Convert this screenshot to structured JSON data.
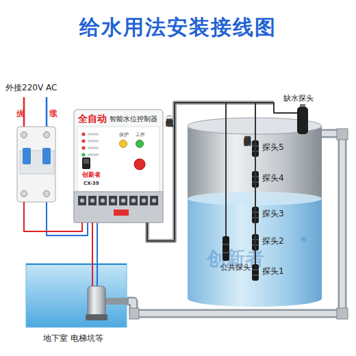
{
  "diagram": {
    "title": "给水用法安装接线图",
    "nodes": [
      {
        "text": [
          "火线",
          "零线"
        ]
      },
      {
        "text": [
          "全自动",
          "智能水位控制器",
          "CX-39"
        ]
      },
      {
        "text": [
          "地下室 电梯坑等"
        ]
      },
      {
        "text": [
          "创新者"
        ]
      },
      {
        "text": [
          "探头5"
        ],
        "in": 3
      },
      {
        "text": [
          "探头4"
        ],
        "in": 3
      },
      {
        "text": [
          "探头3"
        ],
        "in": 3
      },
      {
        "text": [
          "探头2"
        ],
        "in": 3
      },
      {
        "text": [
          "探头1"
        ],
        "in": 3
      },
      {
        "text": [
          "公共探头"
        ],
        "in": 3
      },
      {
        "text": [
          "缺水探头"
        ]
      }
    ],
    "edges": [
      {
        "from": 0,
        "to": 1,
        "arrow": "none"
      },
      {
        "from": 1,
        "to": 2,
        "arrow": "none"
      },
      {
        "from": 1,
        "to": 4,
        "arrow": "none",
        "label": "配售的信号线（网线或电话线）"
      },
      {
        "from": 1,
        "to": 5,
        "arrow": "none"
      },
      {
        "from": 1,
        "to": 6,
        "arrow": "none"
      },
      {
        "from": 1,
        "to": 7,
        "arrow": "none"
      },
      {
        "from": 1,
        "to": 8,
        "arrow": "none"
      },
      {
        "from": 1,
        "to": 9,
        "arrow": "none"
      },
      {
        "from": 1,
        "to": 10,
        "arrow": "none"
      }
    ],
    "labels": [
      "外接220V AC",
      "保护",
      "工作",
      "创新者",
      "使用三芯信号线 不要缺水保护只要二芯先",
      "®"
    ]
  }
}
